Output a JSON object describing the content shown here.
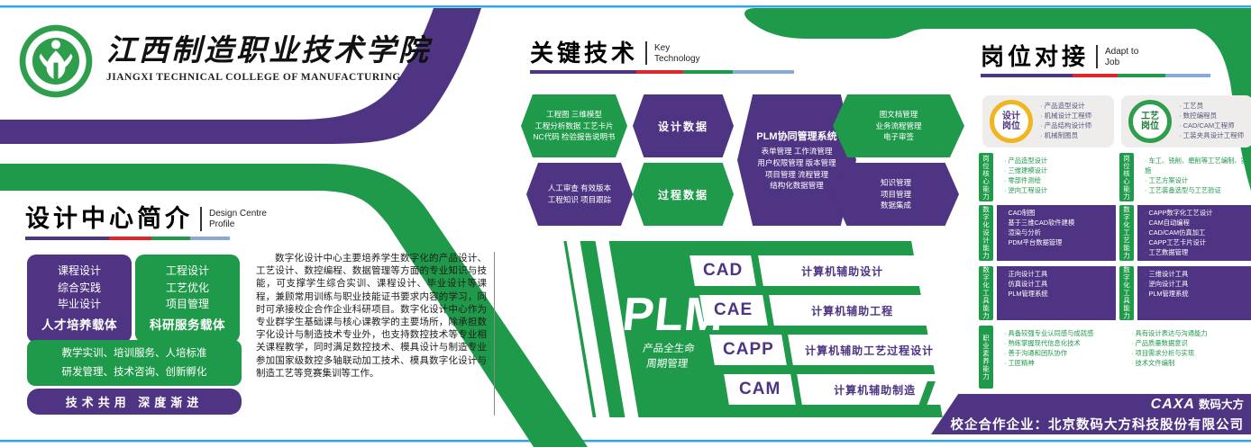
{
  "colors": {
    "purple": "#4e3482",
    "green": "#1f9a4a",
    "blue_line": "#2fa8e1",
    "red_accent": "#e0262a",
    "light_blue_accent": "#8aa9d6",
    "yellow_ring": "#f0b51f"
  },
  "college": {
    "name_zh": "江西制造职业技术学院",
    "name_en": "JIANGXI TECHNICAL COLLEGE OF MANUFACTURING"
  },
  "design_center": {
    "title_zh": "设计中心简介",
    "title_en_line1": "Design Centre",
    "title_en_line2": "Profile",
    "card_talent": {
      "lines": [
        "课程设计",
        "综合实践",
        "毕业设计"
      ],
      "footer": "人才培养载体"
    },
    "card_research": {
      "lines": [
        "工程设计",
        "工艺优化",
        "项目管理"
      ],
      "footer": "科研服务载体"
    },
    "services_line1": "教学实训、培训服务、人培标准",
    "services_line2": "研发管理、技术咨询、创新孵化",
    "slogan": "技术共用 深度渐进",
    "intro": "数字化设计中心主要培养学生数字化的产品设计、工艺设计、数控编程、数据管理等方面的专业知识与技能，可支撑学生综合实训、课程设计、毕业设计等课程，兼顾常用训练与职业技能证书要求内容的学习，同时可承接校企合作企业科研项目。数字化设计中心作为专业群学生基础课与核心课教学的主要场所，除承担数字化设计与制造技术专业外，也支持数控技术等专业相关课程教学，同时满足数控技术、模具设计与制造专业参加国家级数控多轴联动加工技术、模具数字化设计与制造工艺等竞赛集训等工作。"
  },
  "key_technology": {
    "title_zh": "关键技术",
    "title_en_line1": "Key",
    "title_en_line2": "Technology",
    "hex_input": {
      "lines": [
        "工程图 三维模型",
        "工程分析数据 工艺卡片",
        "NC代码 检验报告说明书"
      ]
    },
    "hex_design_data": {
      "label": "设计数据"
    },
    "hex_review": {
      "lines": [
        "人工审查 有效版本",
        "工程知识 项目跟踪"
      ]
    },
    "hex_process_data": {
      "label": "过程数据"
    },
    "hex_plm": {
      "title": "PLM协同管理系统",
      "lines": [
        "表单管理 工作流管理",
        "用户权限管理 版本管理",
        "项目管理 流程管理",
        "结构化数据管理"
      ]
    },
    "hex_doc": {
      "lines": [
        "图文档管理",
        "业务流程管理",
        "电子审签"
      ]
    },
    "hex_knowledge": {
      "lines": [
        "知识管理",
        "项目管理",
        "数据集成"
      ]
    }
  },
  "plm": {
    "word": "PLM",
    "sub_line1": "产品全生命",
    "sub_line2": "周期管理",
    "rows": [
      {
        "abbr": "CAD",
        "desc": "计算机辅助设计"
      },
      {
        "abbr": "CAE",
        "desc": "计算机辅助工程"
      },
      {
        "abbr": "CAPP",
        "desc": "计算机辅助工艺过程设计"
      },
      {
        "abbr": "CAM",
        "desc": "计算机辅助制造"
      }
    ]
  },
  "job": {
    "title_zh": "岗位对接",
    "title_en_line1": "Adapt to",
    "title_en_line2": "Job",
    "card_design": {
      "badge_line1": "设计",
      "badge_line2": "岗位",
      "items": [
        "产品造型设计",
        "机械设计工程师",
        "产品结构设计师",
        "机械制图员"
      ]
    },
    "card_process": {
      "badge_line1": "工艺",
      "badge_line2": "岗位",
      "items": [
        "工艺员",
        "数控编程员",
        "CAD/CAM工程师",
        "工装夹具设计工程师"
      ]
    },
    "rows": [
      {
        "label": "岗位核心能力",
        "items": [
          "产品造型设计",
          "三维建模设计",
          "零部件测绘",
          "逆向工程设计"
        ]
      },
      {
        "label": "岗位核心能力",
        "items": [
          "车工、铣削、磨削等工艺编制、实施",
          "工艺方案设计",
          "工艺装备选型与工艺验证"
        ]
      },
      {
        "label": "数字化设计能力",
        "items": [
          "CAD制图",
          "基于三维CAD软件建模",
          "渲染与分析",
          "PDM平台数据管理"
        ]
      },
      {
        "label": "数字化工艺能力",
        "items": [
          "CAPP数字化工艺设计",
          "CAM自动编程",
          "CAD/CAM仿真加工",
          "CAPP工艺卡片设计",
          "工艺数据管理"
        ]
      },
      {
        "label": "数字化工具能力",
        "items": [
          "正向设计工具",
          "仿真设计工具",
          "PLM管理系统"
        ]
      },
      {
        "label": "数字化工具能力",
        "items": [
          "三维设计工具",
          "逆向设计工具",
          "PLM管理系统"
        ]
      },
      {
        "label": "职业素养能力",
        "col1": [
          "具备较强专业认同感与成就感",
          "熟练掌握现代信息化技术",
          "善于沟通和团队协作",
          "工匠精神"
        ],
        "col2": [
          "具有设计表达与沟通能力",
          "产品质量数据意识",
          "项目需求分析与实现",
          "技术文件编制"
        ]
      }
    ]
  },
  "partner": {
    "logo": "CAXA",
    "logo_suffix": "数码大方",
    "line": "校企合作企业：北京数码大方科技股份有限公司"
  }
}
